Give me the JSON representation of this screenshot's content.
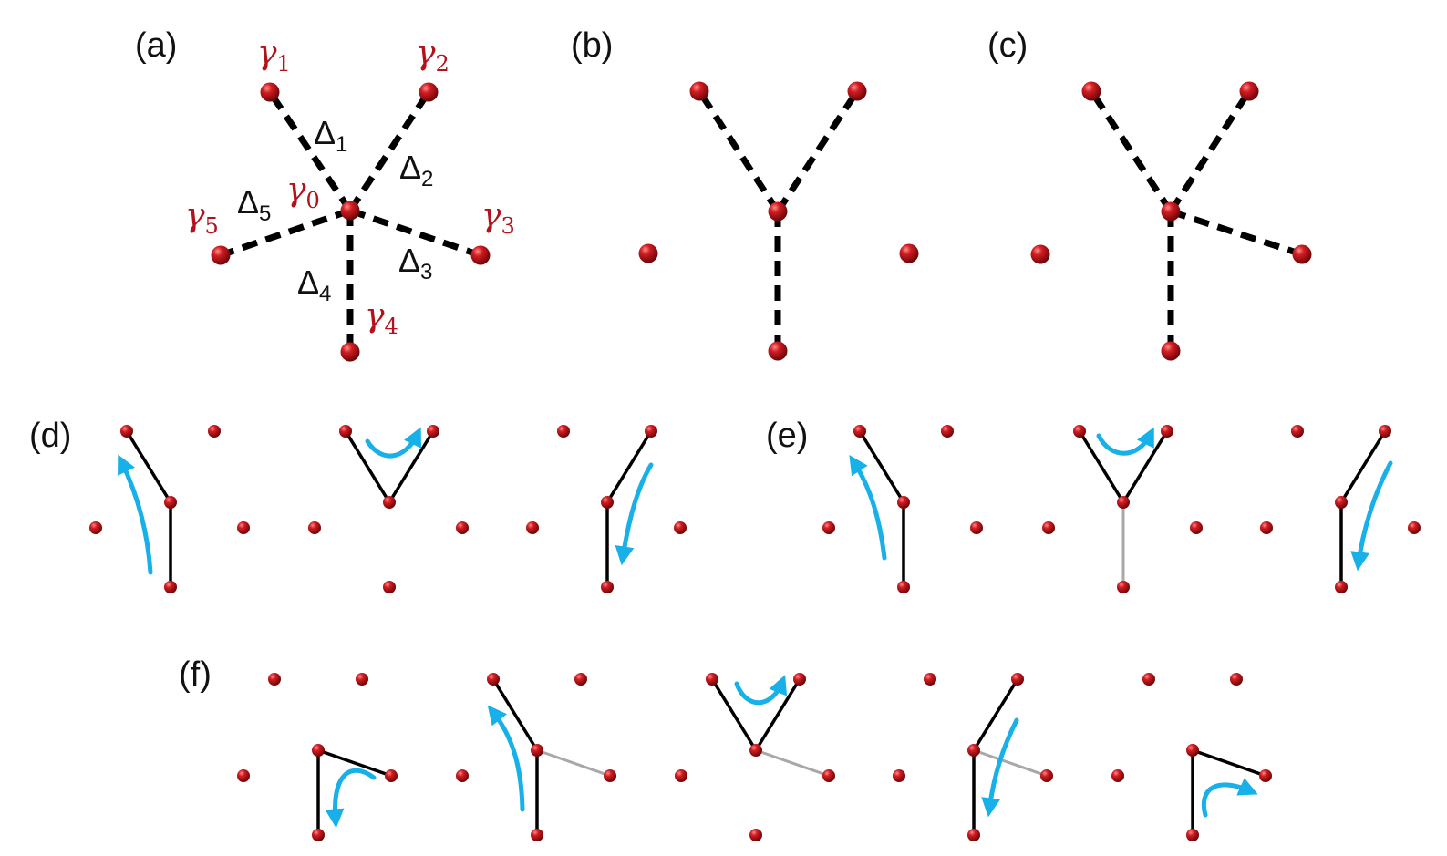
{
  "panels": {
    "a": "(a)",
    "b": "(b)",
    "c": "(c)",
    "d": "(d)",
    "e": "(e)",
    "f": "(f)"
  },
  "gamma_labels": {
    "g0": {
      "base": "γ",
      "sub": "0"
    },
    "g1": {
      "base": "γ",
      "sub": "1"
    },
    "g2": {
      "base": "γ",
      "sub": "2"
    },
    "g3": {
      "base": "γ",
      "sub": "3"
    },
    "g4": {
      "base": "γ",
      "sub": "4"
    },
    "g5": {
      "base": "γ",
      "sub": "5"
    }
  },
  "delta_labels": {
    "d1": {
      "base": "Δ",
      "sub": "1"
    },
    "d2": {
      "base": "Δ",
      "sub": "2"
    },
    "d3": {
      "base": "Δ",
      "sub": "3"
    },
    "d4": {
      "base": "Δ",
      "sub": "4"
    },
    "d5": {
      "base": "Δ",
      "sub": "5"
    }
  },
  "colors": {
    "node": "#b3121b",
    "node_highlight": "#ff7a7a",
    "coupling": "#000000",
    "inactive_coupling": "#a8a8a8",
    "arrow": "#17b0e8",
    "gamma_text": "#b3121b"
  }
}
